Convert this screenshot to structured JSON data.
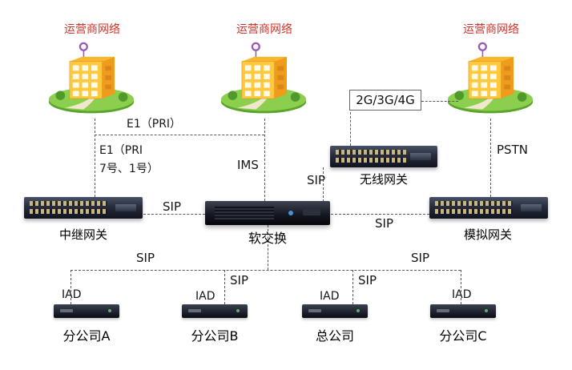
{
  "diagram": {
    "carriers": [
      {
        "label": "运营商网络"
      },
      {
        "label": "运营商网络"
      },
      {
        "label": "运营商网络"
      }
    ],
    "links": {
      "e1_pri": "E1（PRI）",
      "e1_pri_trunk_line1": "E1（PRI",
      "e1_pri_trunk_line2": "7号、1号）",
      "ims": "IMS",
      "mobile": "2G/3G/4G",
      "pstn": "PSTN",
      "sip": "SIP"
    },
    "devices": {
      "trunk_gateway": "中继网关",
      "softswitch": "软交换",
      "wireless_gateway": "无线网关",
      "analog_gateway": "模拟网关",
      "iad": "IAD"
    },
    "sites": [
      {
        "label": "分公司A"
      },
      {
        "label": "分公司B"
      },
      {
        "label": "总公司"
      },
      {
        "label": "分公司C"
      }
    ],
    "colors": {
      "carrier_label": "#d0342c",
      "line": "#5a5a5a",
      "text": "#161616"
    }
  }
}
